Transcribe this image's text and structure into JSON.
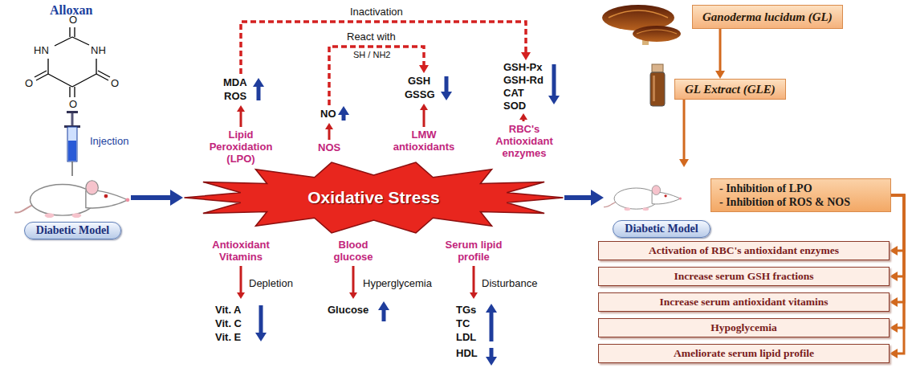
{
  "diagram": {
    "nodes": [
      {
        "text": [
          "Diabetic Model"
        ]
      },
      {
        "text": [
          "Oxidative Stress"
        ]
      },
      {
        "text": [
          "Diabetic Model"
        ]
      },
      {
        "text": [
          "Ganoderma lucidum (GL)"
        ]
      },
      {
        "text": [
          "GL Extract (GLE)"
        ]
      },
      {
        "text": [
          "- Inhibition of LPO",
          "- Inhibition of ROS & NOS"
        ]
      },
      {
        "text": [
          "Activation of RBC's antioxidant enzymes"
        ]
      },
      {
        "text": [
          "Increase serum GSH fractions"
        ]
      },
      {
        "text": [
          "Increase serum antioxidant vitamins"
        ]
      },
      {
        "text": [
          "Hypoglycemia"
        ]
      },
      {
        "text": [
          "Ameliorate serum lipid profile"
        ]
      }
    ],
    "edges": [
      {
        "from": 0,
        "to": 1,
        "arrow": "to"
      },
      {
        "from": 1,
        "to": 2,
        "arrow": "to"
      },
      {
        "from": 3,
        "to": 4,
        "arrow": "to"
      },
      {
        "from": 4,
        "to": 2,
        "arrow": "to"
      },
      {
        "from": 2,
        "to": 5,
        "arrow": "to"
      },
      {
        "from": 5,
        "to": 6,
        "arrow": "to"
      },
      {
        "from": 5,
        "to": 7,
        "arrow": "to"
      },
      {
        "from": 5,
        "to": 8,
        "arrow": "to"
      },
      {
        "from": 5,
        "to": 9,
        "arrow": "to"
      },
      {
        "from": 5,
        "to": 10,
        "arrow": "to"
      }
    ],
    "labels": [
      "Alloxan",
      "O",
      "HN",
      "NH",
      "O",
      "O",
      "O",
      "Injection",
      "Inactivation",
      "React with",
      "SH / NH2",
      "MDA",
      "ROS",
      "NO",
      "GSH",
      "GSSG",
      "GSH-Px",
      "GSH-Rd",
      "CAT",
      "SOD",
      "Lipid Peroxidation (LPO)",
      "NOS",
      "LMW antioxidants",
      "RBC's Antioxidant enzymes",
      "Antioxidant Vitamins",
      "Blood glucose",
      "Serum lipid profile",
      "Depletion",
      "Hyperglycemia",
      "Disturbance",
      "Vit. A",
      "Vit. C",
      "Vit. E",
      "Glucose",
      "TGs",
      "TC",
      "LDL",
      "HDL"
    ]
  }
}
